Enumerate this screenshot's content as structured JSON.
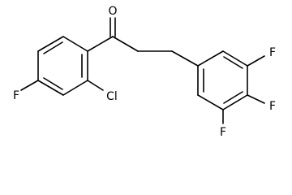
{
  "molecule": {
    "atoms": {
      "oxygen": "O",
      "fluorine_left": "F",
      "chlorine": "Cl",
      "fluorine_top": "F",
      "fluorine_right": "F",
      "fluorine_bottom": "F"
    },
    "colors": {
      "bond": "#000000",
      "label": "#000000",
      "background": "#ffffff"
    }
  }
}
